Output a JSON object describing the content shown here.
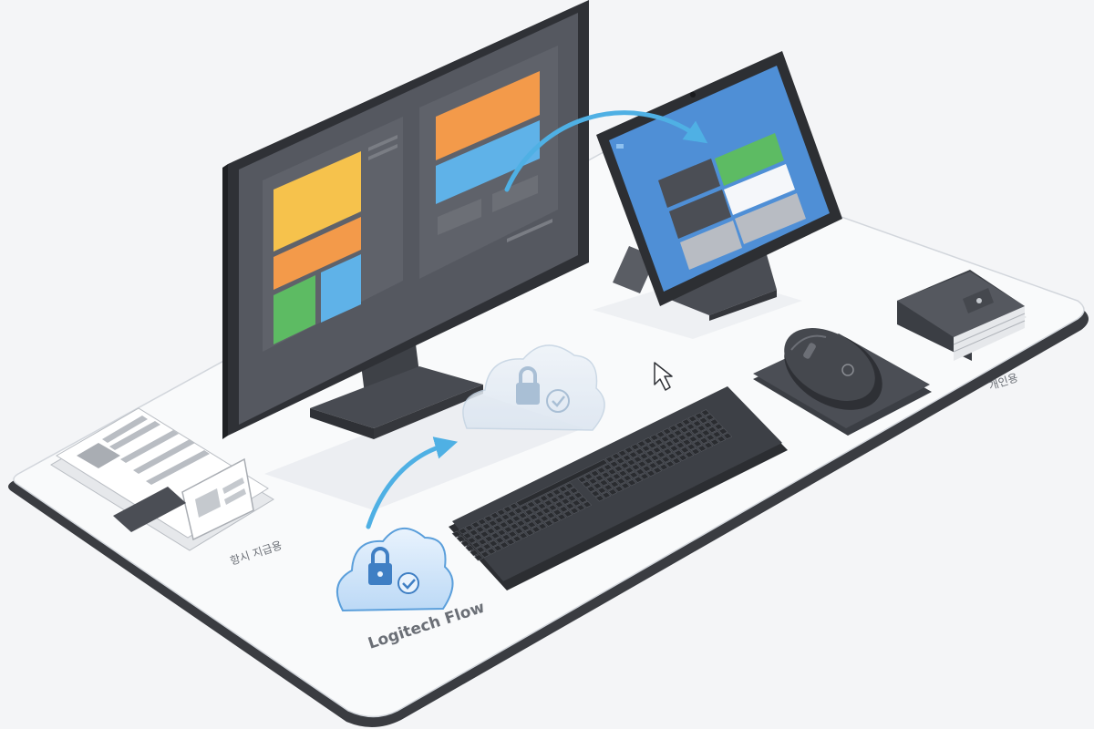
{
  "labels": {
    "brand": "Logitech Flow",
    "left_caption": "항시 지급용",
    "right_caption": "개인용"
  },
  "colors": {
    "desk": "#f9fafb",
    "desk_edge": "#3a3c41",
    "device_dark": "#4b4e55",
    "screen_dark": "#555860",
    "tablet_screen": "#4f8fd6",
    "arrow": "#4fb0e4",
    "tile_yellow": "#f6c24c",
    "tile_orange": "#f39a4a",
    "tile_green": "#5dbb63",
    "tile_blue": "#5fb2e8",
    "cloud_fill": "#d7e9fb",
    "cloud_stroke": "#5b9fdb"
  },
  "icons": {
    "cloud_lock": "cloud-lock-icon",
    "check": "check-badge-icon",
    "cursor": "cursor-arrow-icon",
    "mouse_logo": "logitech-logo-icon"
  }
}
